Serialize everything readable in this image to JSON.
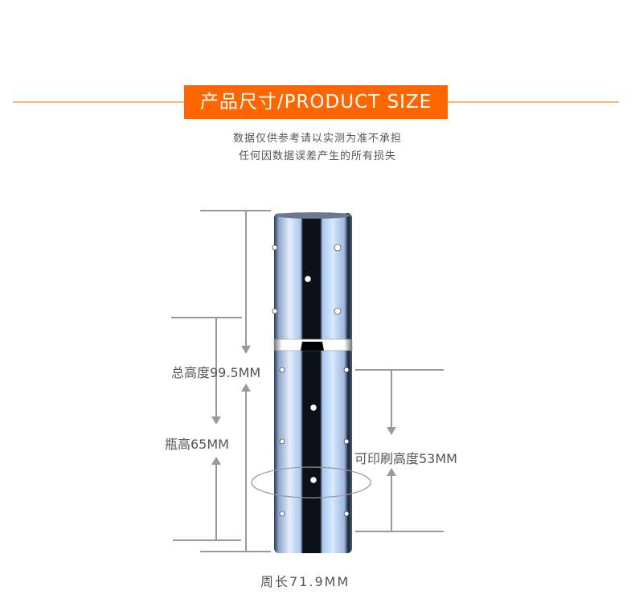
{
  "header": {
    "title": "产品尺寸/PRODUCT SIZE",
    "accent_color": "#ff6600"
  },
  "disclaimer": {
    "line1": "数据仅供参考请以实测为准不承担",
    "line2": "任何因数据误差产生的所有损失"
  },
  "dimensions": {
    "total_height": "总高度99.5MM",
    "bottle_height": "瓶高65MM",
    "printable_height": "可印刷高度53MM",
    "circumference": "周长71.9MM"
  }
}
